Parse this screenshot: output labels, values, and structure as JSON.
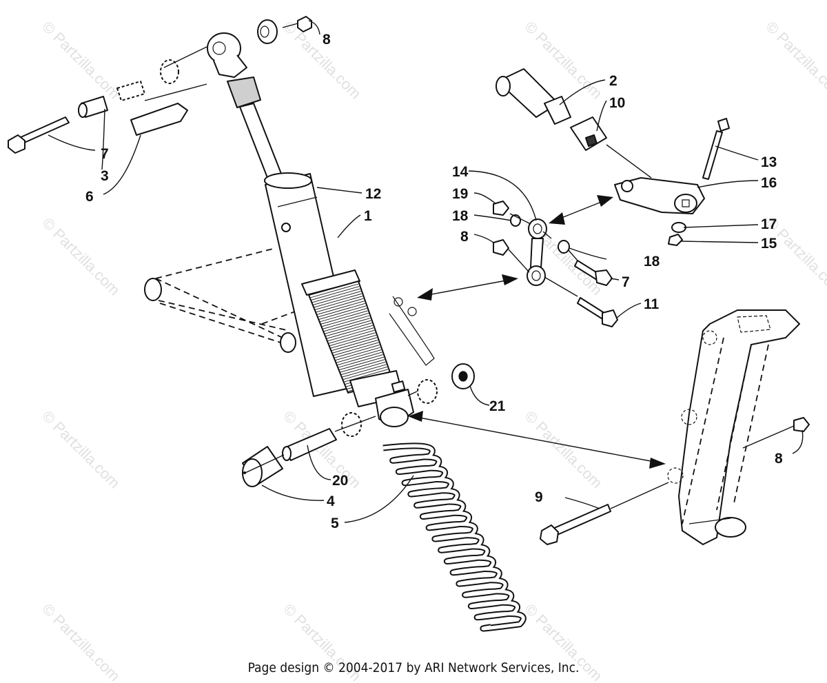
{
  "watermarks": [
    "© Partzilla.com",
    "© Partzilla.com",
    "© Partzilla.com",
    "© Partzilla.com",
    "© Partzilla.com",
    "© Partzilla.com",
    "© Partzilla.com",
    "© Partzilla.com",
    "© Partzilla.com",
    "© Partzilla.com",
    "© Partzilla.com",
    "© Partzilla.com",
    "© Partzilla.com"
  ],
  "center_watermark": "Partzilla.com",
  "callouts": [
    "8",
    "7",
    "3",
    "6",
    "12",
    "1",
    "2",
    "10",
    "13",
    "16",
    "14",
    "19",
    "18",
    "8",
    "17",
    "15",
    "18",
    "7",
    "11",
    "21",
    "8",
    "20",
    "4",
    "5",
    "9"
  ],
  "footer": "Page design © 2004-2017 by ARI Network Services, Inc."
}
